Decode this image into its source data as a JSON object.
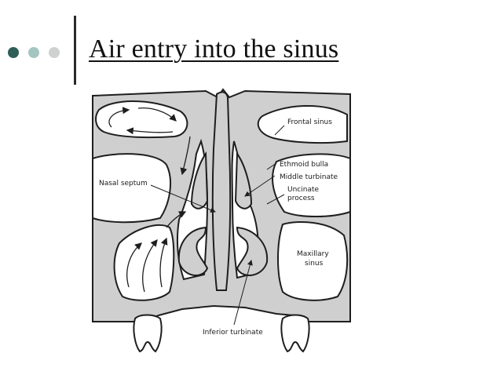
{
  "slide": {
    "title": "Air entry into the sinus",
    "bullet_colors": [
      "#2f5e58",
      "#a4c6c2",
      "#cfd1d1"
    ]
  },
  "diagram": {
    "fill_color": "#cfcfcf",
    "line_color": "#1e1e1e",
    "labels": {
      "frontal_sinus": "Frontal sinus",
      "ethmoid_bulla": "Ethmoid bulla",
      "middle_turbinate": "Middle turbinate",
      "uncinate_line1": "Uncinate",
      "uncinate_line2": "process",
      "nasal_septum": "Nasal septum",
      "maxillary_line1": "Maxillary",
      "maxillary_line2": "sinus",
      "inferior_turbinate": "Inferior turbinate"
    }
  }
}
